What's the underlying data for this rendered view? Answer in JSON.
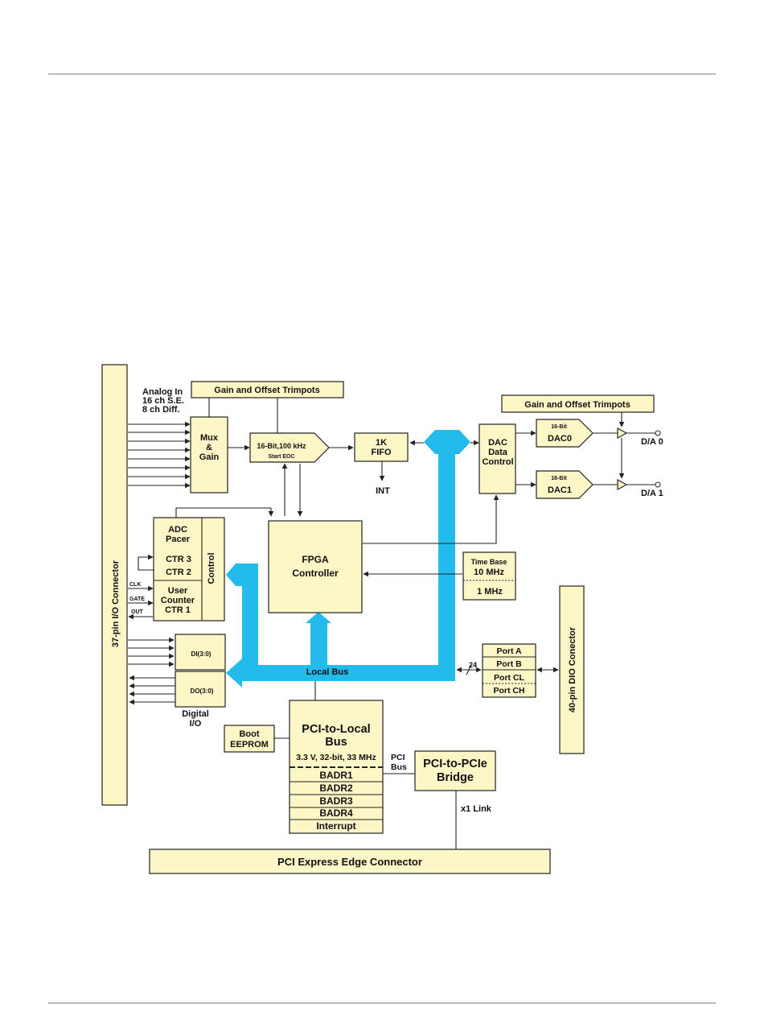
{
  "diagram": {
    "connector_37": "37-pin I/O Connector",
    "connector_40": "40-pin DIO Conector",
    "analog_in": [
      "Analog In",
      "16 ch S.E.",
      "8 ch Diff."
    ],
    "trimpots_left": "Gain and Offset Trimpots",
    "trimpots_right": "Gain and Offset Trimpots",
    "mux": [
      "Mux",
      "&",
      "Gain"
    ],
    "adc": [
      "16-Bit,100 kHz",
      "Start EOC"
    ],
    "fifo": [
      "1K",
      "FIFO"
    ],
    "int": "INT",
    "dac_control": [
      "DAC",
      "Data",
      "Control"
    ],
    "dac0": [
      "16-Bit",
      "DAC0"
    ],
    "dac1": [
      "16-Bit",
      "DAC1"
    ],
    "da0": "D/A 0",
    "da1": "D/A 1",
    "pacer_block": [
      "ADC",
      "Pacer",
      "CTR 3",
      "CTR 2",
      "User",
      "Counter",
      "CTR 1"
    ],
    "control": "Control",
    "clk": "CLK",
    "gate": "GATE",
    "out": "OUT",
    "fpga": [
      "FPGA",
      "Controller"
    ],
    "timebase": [
      "Time Base",
      "10 MHz",
      "1 MHz"
    ],
    "di": "DI(3:0)",
    "do": "DO(3:0)",
    "digital_io": [
      "Digital",
      "I/O"
    ],
    "local_bus": "Local Bus",
    "bus_width": "24",
    "ports": [
      "Port A",
      "Port B",
      "Port CL",
      "Port CH"
    ],
    "boot": [
      "Boot",
      "EEPROM"
    ],
    "pci_local": [
      "PCI-to-Local",
      "Bus",
      "3.3 V, 32-bit, 33 MHz"
    ],
    "badr": [
      "BADR1",
      "BADR2",
      "BADR3",
      "BADR4",
      "Interrupt"
    ],
    "pci_bus": [
      "PCI",
      "Bus"
    ],
    "bridge": [
      "PCI-to-PCIe",
      "Bridge"
    ],
    "x1link": "x1 Link",
    "edge_connector": "PCI Express Edge Connector"
  }
}
